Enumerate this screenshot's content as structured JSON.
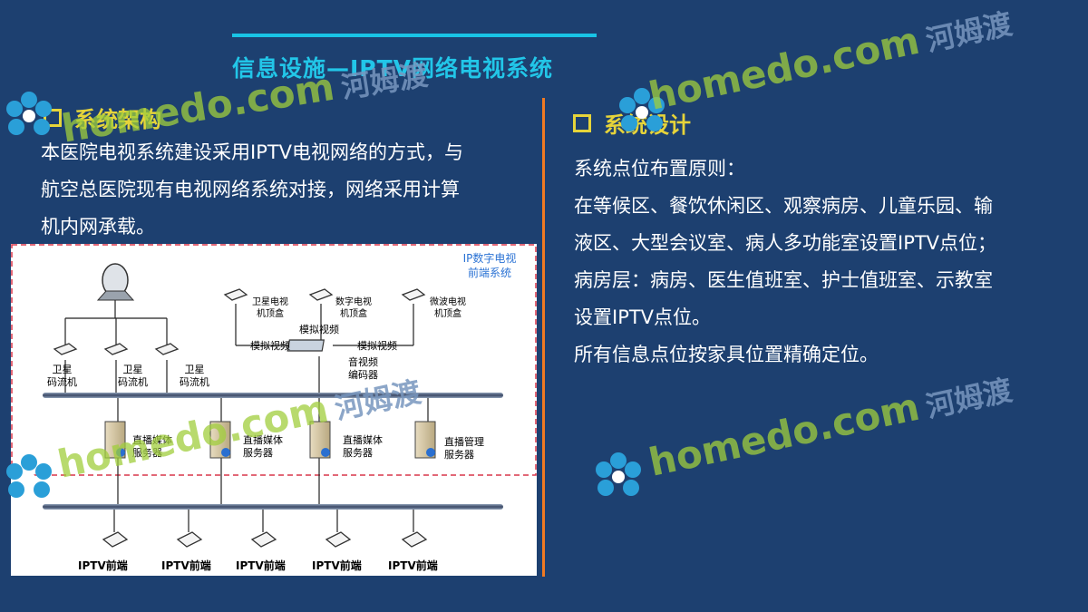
{
  "slide": {
    "title": "信息设施—IPTV网络电视系统"
  },
  "left_section": {
    "heading": "系统架构",
    "lines": [
      "本医院电视系统建设采用IPTV电视网络的方式，与",
      "航空总医院现有电视网络系统对接，网络采用计算",
      "机内网承载。"
    ]
  },
  "right_section": {
    "heading": "系统设计",
    "lines": [
      "系统点位布置原则：",
      "在等候区、餐饮休闲区、观察病房、儿童乐园、输",
      "液区、大型会议室、病人多功能室设置IPTV点位；",
      "病房层：病房、医生值班室、护士值班室、示教室",
      "设置IPTV点位。",
      "所有信息点位按家具位置精确定位。"
    ]
  },
  "diagram": {
    "frontend_label": "IP数字电视\n前端系统",
    "satellite_receivers": [
      "卫星\n码流机",
      "卫星\n码流机",
      "卫星\n码流机"
    ],
    "set_top_boxes": [
      "卫星电视\n机顶盒",
      "数字电视\n机顶盒",
      "微波电视\n机顶盒"
    ],
    "analog_video_labels": [
      "模拟视频",
      "模拟视频",
      "模拟视频"
    ],
    "encoder_label": "音视频\n编码器",
    "servers": [
      "直播媒体\n服务器",
      "直播媒体\n服务器",
      "直播媒体\n服务器",
      "直播管理\n服务器"
    ],
    "terminals": [
      "IPTV前端",
      "IPTV前端",
      "IPTV前端",
      "IPTV前端",
      "IPTV前端"
    ]
  },
  "watermark": {
    "brand": "homedo.com",
    "cn": "河姆渡"
  },
  "colors": {
    "background": "#1d4070",
    "accent_cyan": "#22c6e8",
    "heading_yellow": "#e6d43a",
    "divider_orange": "#f07a22"
  }
}
